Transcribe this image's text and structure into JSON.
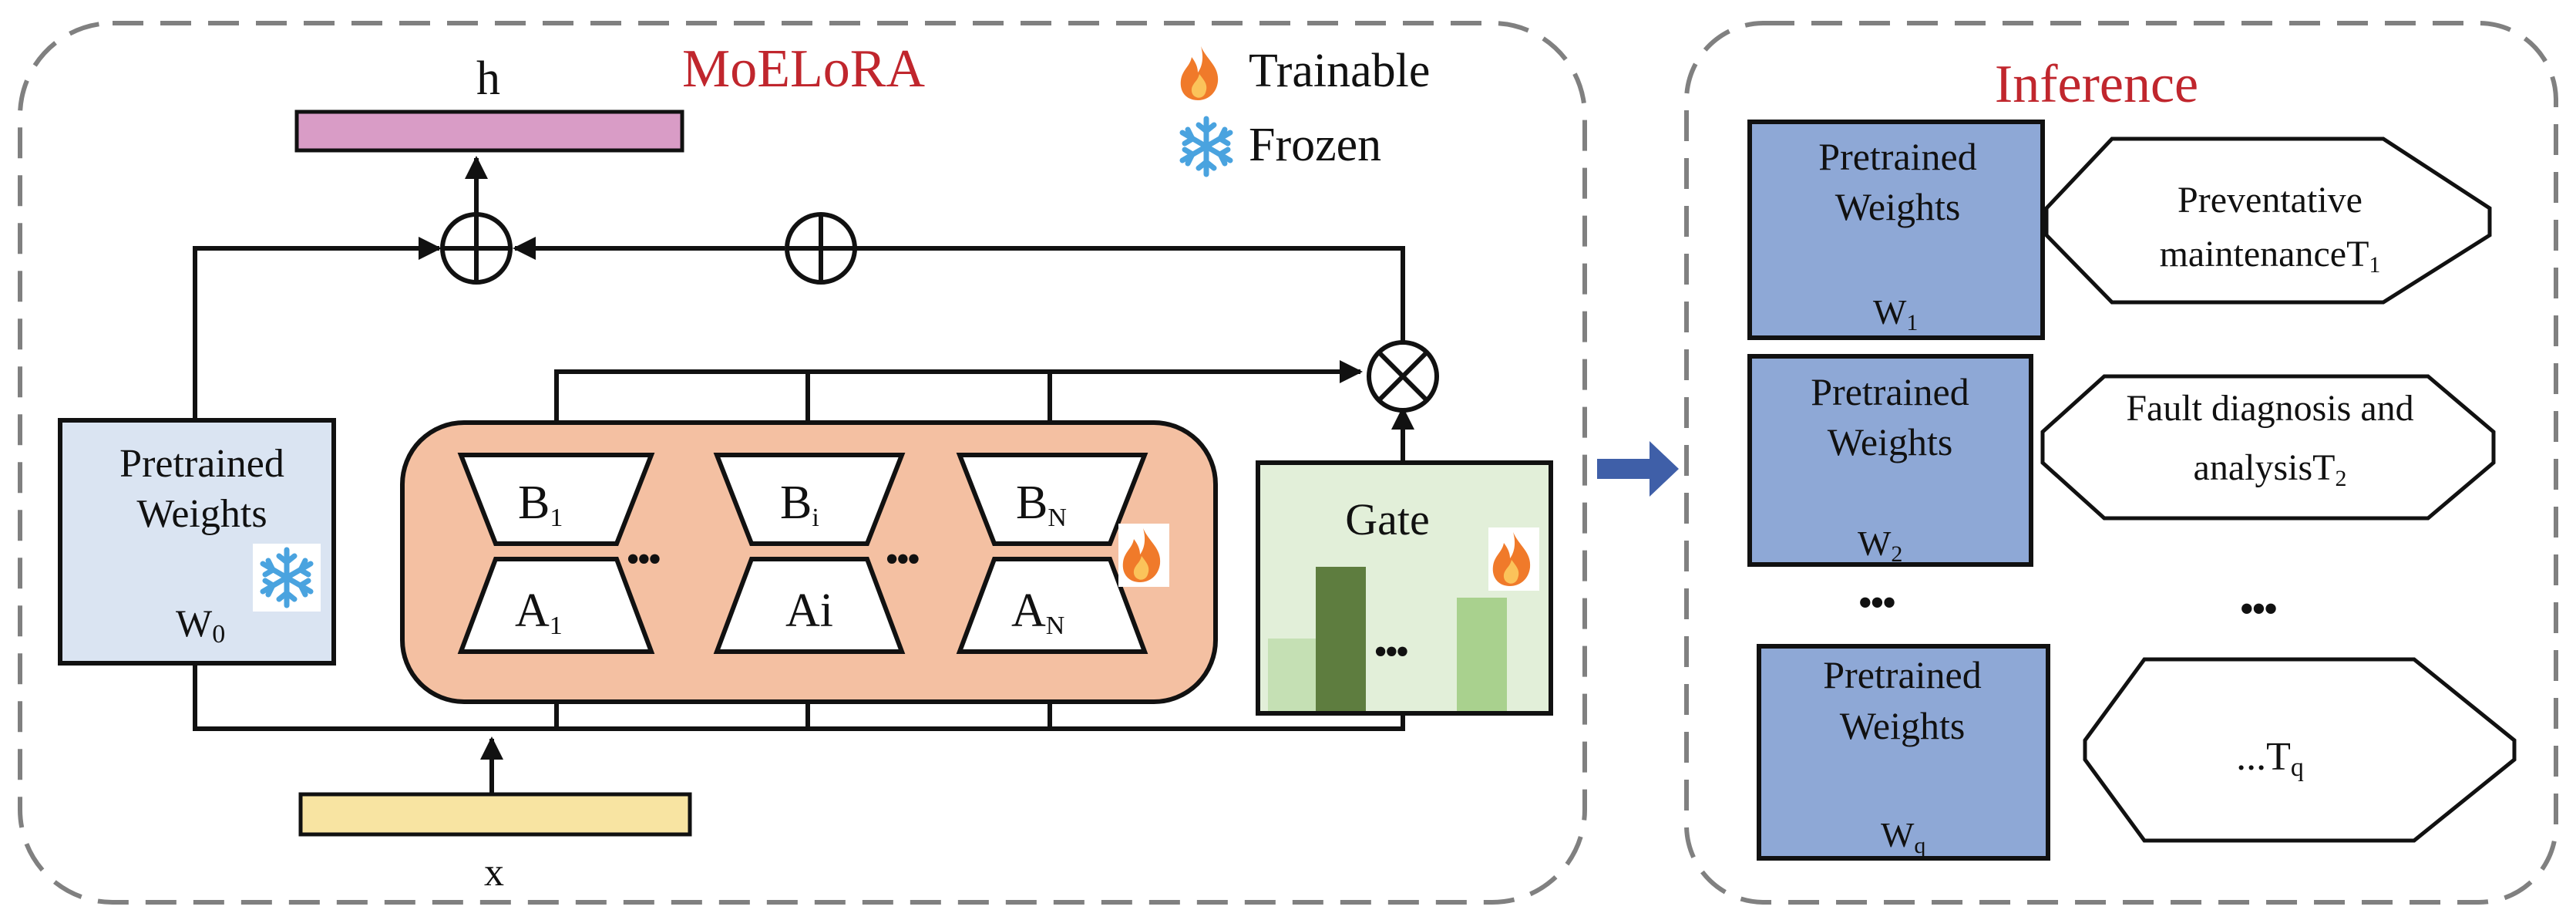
{
  "moelora": {
    "title": "MoELoRA",
    "output_label": "h",
    "input_label": "x",
    "legend": {
      "trainable": "Trainable",
      "frozen": "Frozen"
    },
    "pretrained": {
      "line1": "Pretrained",
      "line2": "Weights",
      "weight_base": "W",
      "weight_sub": "0"
    },
    "experts": [
      {
        "b_base": "B",
        "b_sub": "1",
        "a_base": "A",
        "a_sub": "1"
      },
      {
        "b_base": "B",
        "b_sub": "i",
        "a_base": "Ai",
        "a_sub": ""
      },
      {
        "b_base": "B",
        "b_sub": "N",
        "a_base": "A",
        "a_sub": "N"
      }
    ],
    "ellipsis": "•••",
    "gate": {
      "label": "Gate",
      "ellipsis": "•••"
    }
  },
  "inference": {
    "title": "Inference",
    "rows": [
      {
        "w_line1": "Pretrained",
        "w_line2": "Weights",
        "w_base": "W",
        "w_sub": "1",
        "task_line1": "Preventative",
        "task_line2": "maintenanceT",
        "task_sub": "1"
      },
      {
        "w_line1": "Pretrained",
        "w_line2": "Weights",
        "w_base": "W",
        "w_sub": "2",
        "task_line1": "Fault diagnosis and",
        "task_line2": "analysisT",
        "task_sub": "2"
      },
      {
        "w_line1": "Pretrained",
        "w_line2": "Weights",
        "w_base": "W",
        "w_sub": "q",
        "task_line1": "",
        "task_line2": "...T",
        "task_sub": "q"
      }
    ],
    "ellipsis": "•••"
  },
  "colors": {
    "frame": "#808080",
    "title_red": "#c0262d",
    "output_bar": "#d99cc6",
    "input_bar": "#f8e4a2",
    "pretrained_light": "#dae4f2",
    "pretrained_blue": "#8ea8d6",
    "expert_bg": "#f4c0a2",
    "gate_bg": "#e2efd9",
    "bar_light": "#c5e0b4",
    "bar_dark": "#5e7d3f",
    "bar_mid": "#a9d18e",
    "arrow_blue": "#3f5fa8"
  }
}
